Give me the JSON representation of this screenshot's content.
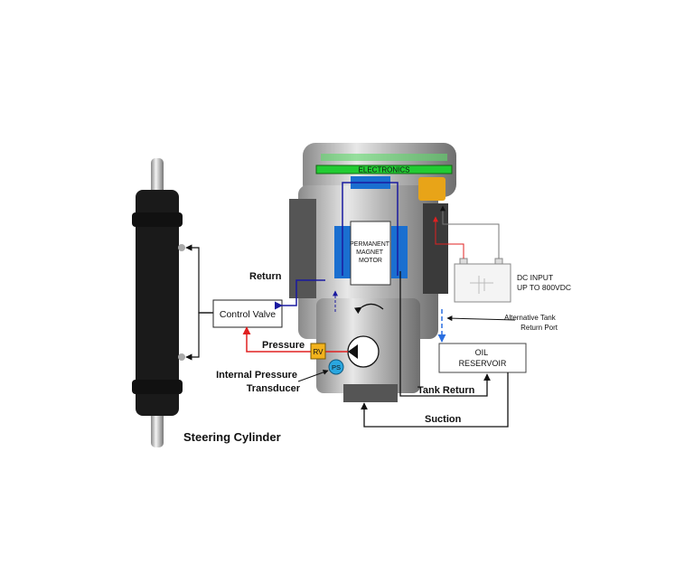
{
  "labels": {
    "electronics": "ELECTRONICS",
    "motor": [
      "PERMANENT",
      "MAGNET",
      "MOTOR"
    ],
    "dc_input": [
      "DC INPUT",
      "UP TO 800VDC"
    ],
    "alt_port": [
      "Alternative Tank",
      "Return Port"
    ],
    "reservoir": [
      "OIL",
      "RESERVOIR"
    ],
    "tank_return": "Tank Return",
    "suction": "Suction",
    "return": "Return",
    "pressure": "Pressure",
    "control_valve": "Control Valve",
    "rv": "RV",
    "ps": "PS",
    "transducer": [
      "Internal Pressure",
      "Transducer"
    ],
    "steering_cylinder": "Steering Cylinder"
  },
  "colors": {
    "electronics": "#22cc33",
    "coil": "#1a6fd0",
    "return_line": "#1a1aa0",
    "pressure_line": "#e02020",
    "rv": "#f2b21c",
    "ps": "#2aa7e0",
    "connector": "#e8a418"
  }
}
